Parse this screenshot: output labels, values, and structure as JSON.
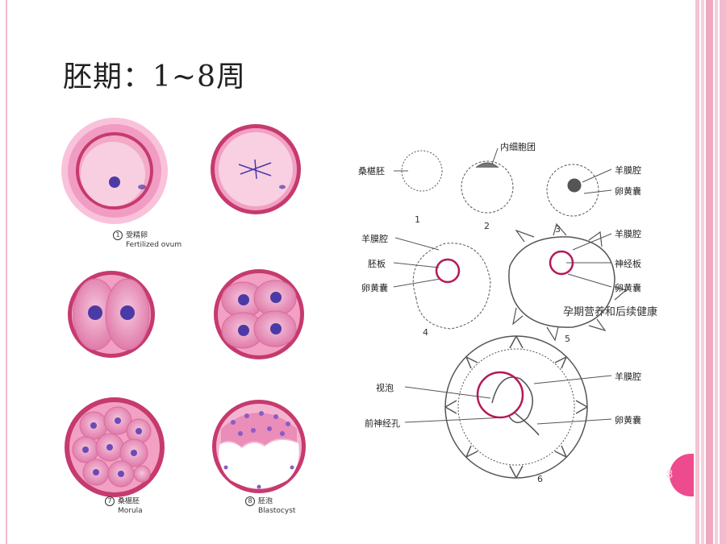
{
  "slide": {
    "title": "胚期：1~8周",
    "page_number": "8",
    "source_text": "孕期营养和后续健康"
  },
  "left_figure": {
    "cells": [
      {
        "number": "1",
        "zh": "受精卵",
        "en": "Fertilized ovum"
      },
      {
        "number": "7",
        "zh": "桑椹胚",
        "en": "Morula"
      },
      {
        "number": "8",
        "zh": "胚泡",
        "en": "Blastocyst"
      }
    ]
  },
  "right_figure": {
    "labels": {
      "morula": "桑椹胚",
      "inner_cell_mass": "内细胞团",
      "amnion_cavity": "羊膜腔",
      "yolk_sac": "卵黄囊",
      "embryonic_plate": "胚板",
      "neural_plate": "神经板",
      "optic_vesicle": "视泡",
      "anterior_neuropore": "前神经孔"
    },
    "stage_numbers": [
      "1",
      "2",
      "3",
      "4",
      "5",
      "6"
    ]
  },
  "colors": {
    "accent_pink": "#ee4b8f",
    "cell_pink": "#e88ab5",
    "ring_red": "#c63a6e",
    "nucleus_purple": "#4b3aa6",
    "highlight_circle": "#b5195a"
  }
}
